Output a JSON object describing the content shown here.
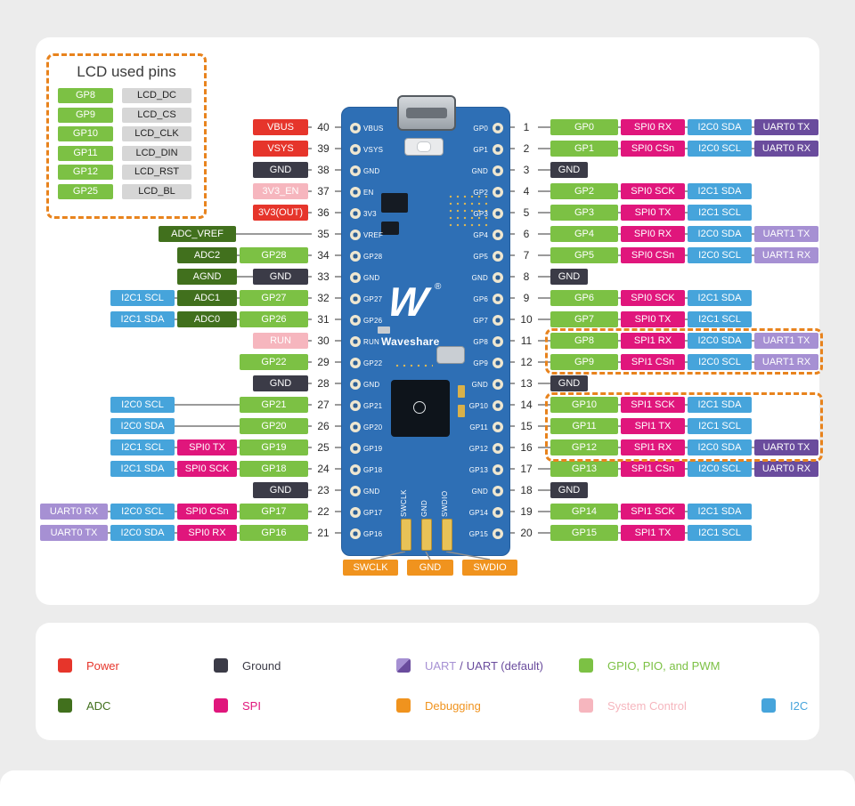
{
  "colors": {
    "power": "#e6352b",
    "ground": "#3b3b47",
    "sysctl": "#f6b6be",
    "adc": "#41701d",
    "gpio": "#7cc144",
    "spi": "#e0167c",
    "i2c": "#46a4db",
    "uart": "#a690d3",
    "uartd": "#6a4c9d",
    "debug": "#f0931e",
    "lcd_fn_bg": "#d6d6d6",
    "highlight_dash": "#e8831d",
    "board_blue": "#2e6fb5"
  },
  "lcd_box": {
    "title": "LCD used pins",
    "rows": [
      {
        "gp": "GP8",
        "fn": "LCD_DC"
      },
      {
        "gp": "GP9",
        "fn": "LCD_CS"
      },
      {
        "gp": "GP10",
        "fn": "LCD_CLK"
      },
      {
        "gp": "GP11",
        "fn": "LCD_DIN"
      },
      {
        "gp": "GP12",
        "fn": "LCD_RST"
      },
      {
        "gp": "GP25",
        "fn": "LCD_BL"
      }
    ]
  },
  "board": {
    "brand": "Waveshare",
    "logo_mark": "W",
    "reg_mark": "®",
    "left_labels": [
      "VBUS",
      "VSYS",
      "GND",
      "EN",
      "3V3",
      "VREF",
      "GP28",
      "GND",
      "GP27",
      "GP26",
      "RUN",
      "GP22",
      "GND",
      "GP21",
      "GP20",
      "GP19",
      "GP18",
      "GND",
      "GP17",
      "GP16"
    ],
    "right_labels": [
      "GP0",
      "GP1",
      "GND",
      "GP2",
      "GP3",
      "GP4",
      "GP5",
      "GND",
      "GP6",
      "GP7",
      "GP8",
      "GP9",
      "GND",
      "GP10",
      "GP11",
      "GP12",
      "GP13",
      "GND",
      "GP14",
      "GP15"
    ],
    "debug_labels": [
      "SWCLK",
      "GND",
      "SWDIO"
    ]
  },
  "pins": {
    "left": [
      {
        "num": 40,
        "badges": [
          {
            "t": "power",
            "l": "VBUS"
          }
        ]
      },
      {
        "num": 39,
        "badges": [
          {
            "t": "power",
            "l": "VSYS"
          }
        ]
      },
      {
        "num": 38,
        "badges": [
          {
            "t": "ground",
            "l": "GND"
          }
        ]
      },
      {
        "num": 37,
        "badges": [
          {
            "t": "sysctl",
            "l": "3V3_EN"
          }
        ]
      },
      {
        "num": 36,
        "badges": [
          {
            "t": "power",
            "l": "3V3(OUT)"
          }
        ]
      },
      {
        "num": 35,
        "badges": [
          {
            "t": "adc",
            "l": "ADC_VREF"
          }
        ]
      },
      {
        "num": 34,
        "badges": [
          {
            "t": "adc",
            "l": "ADC2"
          },
          {
            "t": "gpio",
            "l": "GP28"
          }
        ]
      },
      {
        "num": 33,
        "badges": [
          {
            "t": "adc",
            "l": "AGND"
          },
          {
            "t": "ground",
            "l": "GND"
          }
        ]
      },
      {
        "num": 32,
        "badges": [
          {
            "t": "i2c",
            "l": "I2C1 SCL"
          },
          {
            "t": "adc",
            "l": "ADC1"
          },
          {
            "t": "gpio",
            "l": "GP27"
          }
        ]
      },
      {
        "num": 31,
        "badges": [
          {
            "t": "i2c",
            "l": "I2C1 SDA"
          },
          {
            "t": "adc",
            "l": "ADC0"
          },
          {
            "t": "gpio",
            "l": "GP26"
          }
        ]
      },
      {
        "num": 30,
        "badges": [
          {
            "t": "sysctl",
            "l": "RUN"
          }
        ]
      },
      {
        "num": 29,
        "badges": [
          {
            "t": "gpio",
            "l": "GP22"
          }
        ]
      },
      {
        "num": 28,
        "badges": [
          {
            "t": "ground",
            "l": "GND"
          }
        ]
      },
      {
        "num": 27,
        "badges": [
          {
            "t": "i2c",
            "l": "I2C0 SCL"
          },
          {
            "t": "gpio",
            "l": "GP21"
          }
        ]
      },
      {
        "num": 26,
        "badges": [
          {
            "t": "i2c",
            "l": "I2C0 SDA"
          },
          {
            "t": "gpio",
            "l": "GP20"
          }
        ]
      },
      {
        "num": 25,
        "badges": [
          {
            "t": "i2c",
            "l": "I2C1 SCL"
          },
          {
            "t": "spi",
            "l": "SPI0 TX"
          },
          {
            "t": "gpio",
            "l": "GP19"
          }
        ]
      },
      {
        "num": 24,
        "badges": [
          {
            "t": "i2c",
            "l": "I2C1 SDA"
          },
          {
            "t": "spi",
            "l": "SPI0 SCK"
          },
          {
            "t": "gpio",
            "l": "GP18"
          }
        ]
      },
      {
        "num": 23,
        "badges": [
          {
            "t": "ground",
            "l": "GND"
          }
        ]
      },
      {
        "num": 22,
        "badges": [
          {
            "t": "uart",
            "l": "UART0 RX"
          },
          {
            "t": "i2c",
            "l": "I2C0 SCL"
          },
          {
            "t": "spi",
            "l": "SPI0 CSn"
          },
          {
            "t": "gpio",
            "l": "GP17"
          }
        ]
      },
      {
        "num": 21,
        "badges": [
          {
            "t": "uart",
            "l": "UART0 TX"
          },
          {
            "t": "i2c",
            "l": "I2C0 SDA"
          },
          {
            "t": "spi",
            "l": "SPI0 RX"
          },
          {
            "t": "gpio",
            "l": "GP16"
          }
        ]
      }
    ],
    "right": [
      {
        "num": 1,
        "badges": [
          {
            "t": "gpio",
            "l": "GP0"
          },
          {
            "t": "spi",
            "l": "SPI0 RX"
          },
          {
            "t": "i2c",
            "l": "I2C0 SDA"
          },
          {
            "t": "uartd",
            "l": "UART0 TX"
          }
        ]
      },
      {
        "num": 2,
        "badges": [
          {
            "t": "gpio",
            "l": "GP1"
          },
          {
            "t": "spi",
            "l": "SPI0 CSn"
          },
          {
            "t": "i2c",
            "l": "I2C0 SCL"
          },
          {
            "t": "uartd",
            "l": "UART0 RX"
          }
        ]
      },
      {
        "num": 3,
        "badges": [
          {
            "t": "ground",
            "l": "GND"
          }
        ]
      },
      {
        "num": 4,
        "badges": [
          {
            "t": "gpio",
            "l": "GP2"
          },
          {
            "t": "spi",
            "l": "SPI0 SCK"
          },
          {
            "t": "i2c",
            "l": "I2C1 SDA"
          }
        ]
      },
      {
        "num": 5,
        "badges": [
          {
            "t": "gpio",
            "l": "GP3"
          },
          {
            "t": "spi",
            "l": "SPI0 TX"
          },
          {
            "t": "i2c",
            "l": "I2C1 SCL"
          }
        ]
      },
      {
        "num": 6,
        "badges": [
          {
            "t": "gpio",
            "l": "GP4"
          },
          {
            "t": "spi",
            "l": "SPI0 RX"
          },
          {
            "t": "i2c",
            "l": "I2C0 SDA"
          },
          {
            "t": "uart",
            "l": "UART1 TX"
          }
        ]
      },
      {
        "num": 7,
        "badges": [
          {
            "t": "gpio",
            "l": "GP5"
          },
          {
            "t": "spi",
            "l": "SPI0 CSn"
          },
          {
            "t": "i2c",
            "l": "I2C0 SCL"
          },
          {
            "t": "uart",
            "l": "UART1 RX"
          }
        ]
      },
      {
        "num": 8,
        "badges": [
          {
            "t": "ground",
            "l": "GND"
          }
        ]
      },
      {
        "num": 9,
        "badges": [
          {
            "t": "gpio",
            "l": "GP6"
          },
          {
            "t": "spi",
            "l": "SPI0 SCK"
          },
          {
            "t": "i2c",
            "l": "I2C1 SDA"
          }
        ]
      },
      {
        "num": 10,
        "badges": [
          {
            "t": "gpio",
            "l": "GP7"
          },
          {
            "t": "spi",
            "l": "SPI0 TX"
          },
          {
            "t": "i2c",
            "l": "I2C1 SCL"
          }
        ]
      },
      {
        "num": 11,
        "badges": [
          {
            "t": "gpio",
            "l": "GP8"
          },
          {
            "t": "spi",
            "l": "SPI1 RX"
          },
          {
            "t": "i2c",
            "l": "I2C0 SDA"
          },
          {
            "t": "uart",
            "l": "UART1 TX"
          }
        ]
      },
      {
        "num": 12,
        "badges": [
          {
            "t": "gpio",
            "l": "GP9"
          },
          {
            "t": "spi",
            "l": "SPI1 CSn"
          },
          {
            "t": "i2c",
            "l": "I2C0 SCL"
          },
          {
            "t": "uart",
            "l": "UART1 RX"
          }
        ]
      },
      {
        "num": 13,
        "badges": [
          {
            "t": "ground",
            "l": "GND"
          }
        ]
      },
      {
        "num": 14,
        "badges": [
          {
            "t": "gpio",
            "l": "GP10"
          },
          {
            "t": "spi",
            "l": "SPI1 SCK"
          },
          {
            "t": "i2c",
            "l": "I2C1 SDA"
          }
        ]
      },
      {
        "num": 15,
        "badges": [
          {
            "t": "gpio",
            "l": "GP11"
          },
          {
            "t": "spi",
            "l": "SPI1 TX"
          },
          {
            "t": "i2c",
            "l": "I2C1 SCL"
          }
        ]
      },
      {
        "num": 16,
        "badges": [
          {
            "t": "gpio",
            "l": "GP12"
          },
          {
            "t": "spi",
            "l": "SPI1 RX"
          },
          {
            "t": "i2c",
            "l": "I2C0 SDA"
          },
          {
            "t": "uartd",
            "l": "UART0 TX"
          }
        ]
      },
      {
        "num": 17,
        "badges": [
          {
            "t": "gpio",
            "l": "GP13"
          },
          {
            "t": "spi",
            "l": "SPI1 CSn"
          },
          {
            "t": "i2c",
            "l": "I2C0 SCL"
          },
          {
            "t": "uartd",
            "l": "UART0 RX"
          }
        ]
      },
      {
        "num": 18,
        "badges": [
          {
            "t": "ground",
            "l": "GND"
          }
        ]
      },
      {
        "num": 19,
        "badges": [
          {
            "t": "gpio",
            "l": "GP14"
          },
          {
            "t": "spi",
            "l": "SPI1 SCK"
          },
          {
            "t": "i2c",
            "l": "I2C1 SDA"
          }
        ]
      },
      {
        "num": 20,
        "badges": [
          {
            "t": "gpio",
            "l": "GP15"
          },
          {
            "t": "spi",
            "l": "SPI1 TX"
          },
          {
            "t": "i2c",
            "l": "I2C1 SCL"
          }
        ]
      }
    ]
  },
  "debug_badges": [
    "SWCLK",
    "GND",
    "SWDIO"
  ],
  "legend": {
    "rows": [
      [
        {
          "type": "power",
          "label": "Power"
        },
        {
          "type": "ground",
          "label": "Ground"
        },
        {
          "type": "uart_mix",
          "label_light": "UART",
          "label_sep": "/",
          "label_dark": "UART (default)"
        },
        {
          "type": "gpio",
          "label": "GPIO, PIO, and PWM"
        }
      ],
      [
        {
          "type": "adc",
          "label": "ADC"
        },
        {
          "type": "spi",
          "label": "SPI"
        },
        {
          "type": "debug",
          "label": "Debugging"
        },
        {
          "type": "sysctl",
          "label": "System Control"
        },
        {
          "type": "i2c",
          "label": "I2C"
        }
      ]
    ]
  }
}
